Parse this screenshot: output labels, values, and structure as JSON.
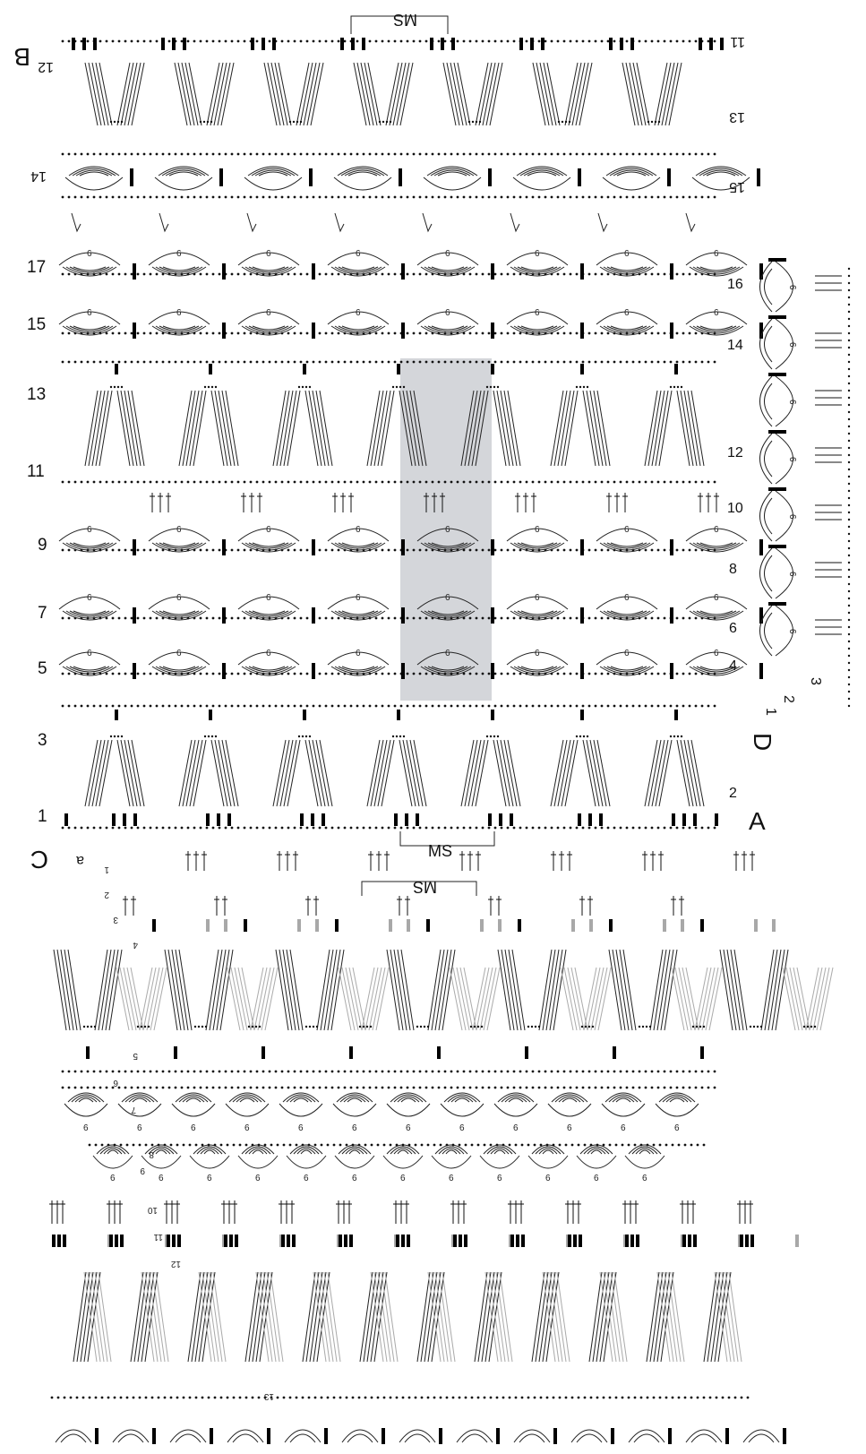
{
  "diagram": {
    "row_labels_main": [
      "1",
      "3",
      "5",
      "7",
      "9",
      "11",
      "13",
      "15",
      "17"
    ],
    "row_labels_right": [
      "2",
      "4",
      "6",
      "8",
      "10",
      "12",
      "14",
      "16"
    ],
    "row_labels_top_inverted": [
      "11",
      "12",
      "13",
      "14",
      "15"
    ],
    "border_labels_d": [
      "1",
      "2",
      "3"
    ],
    "corner_labels": {
      "a": "A",
      "b": "B",
      "c": "C",
      "d": "D"
    },
    "repeat_label": "MS",
    "inverted_repeat_label": "MS",
    "arc_count_label": "6",
    "lower_section_sequence": [
      "1",
      "2",
      "3",
      "4",
      "5",
      "6",
      "7",
      "8",
      "9",
      "10",
      "11",
      "12",
      "13"
    ],
    "small_arrow_label": "a"
  }
}
